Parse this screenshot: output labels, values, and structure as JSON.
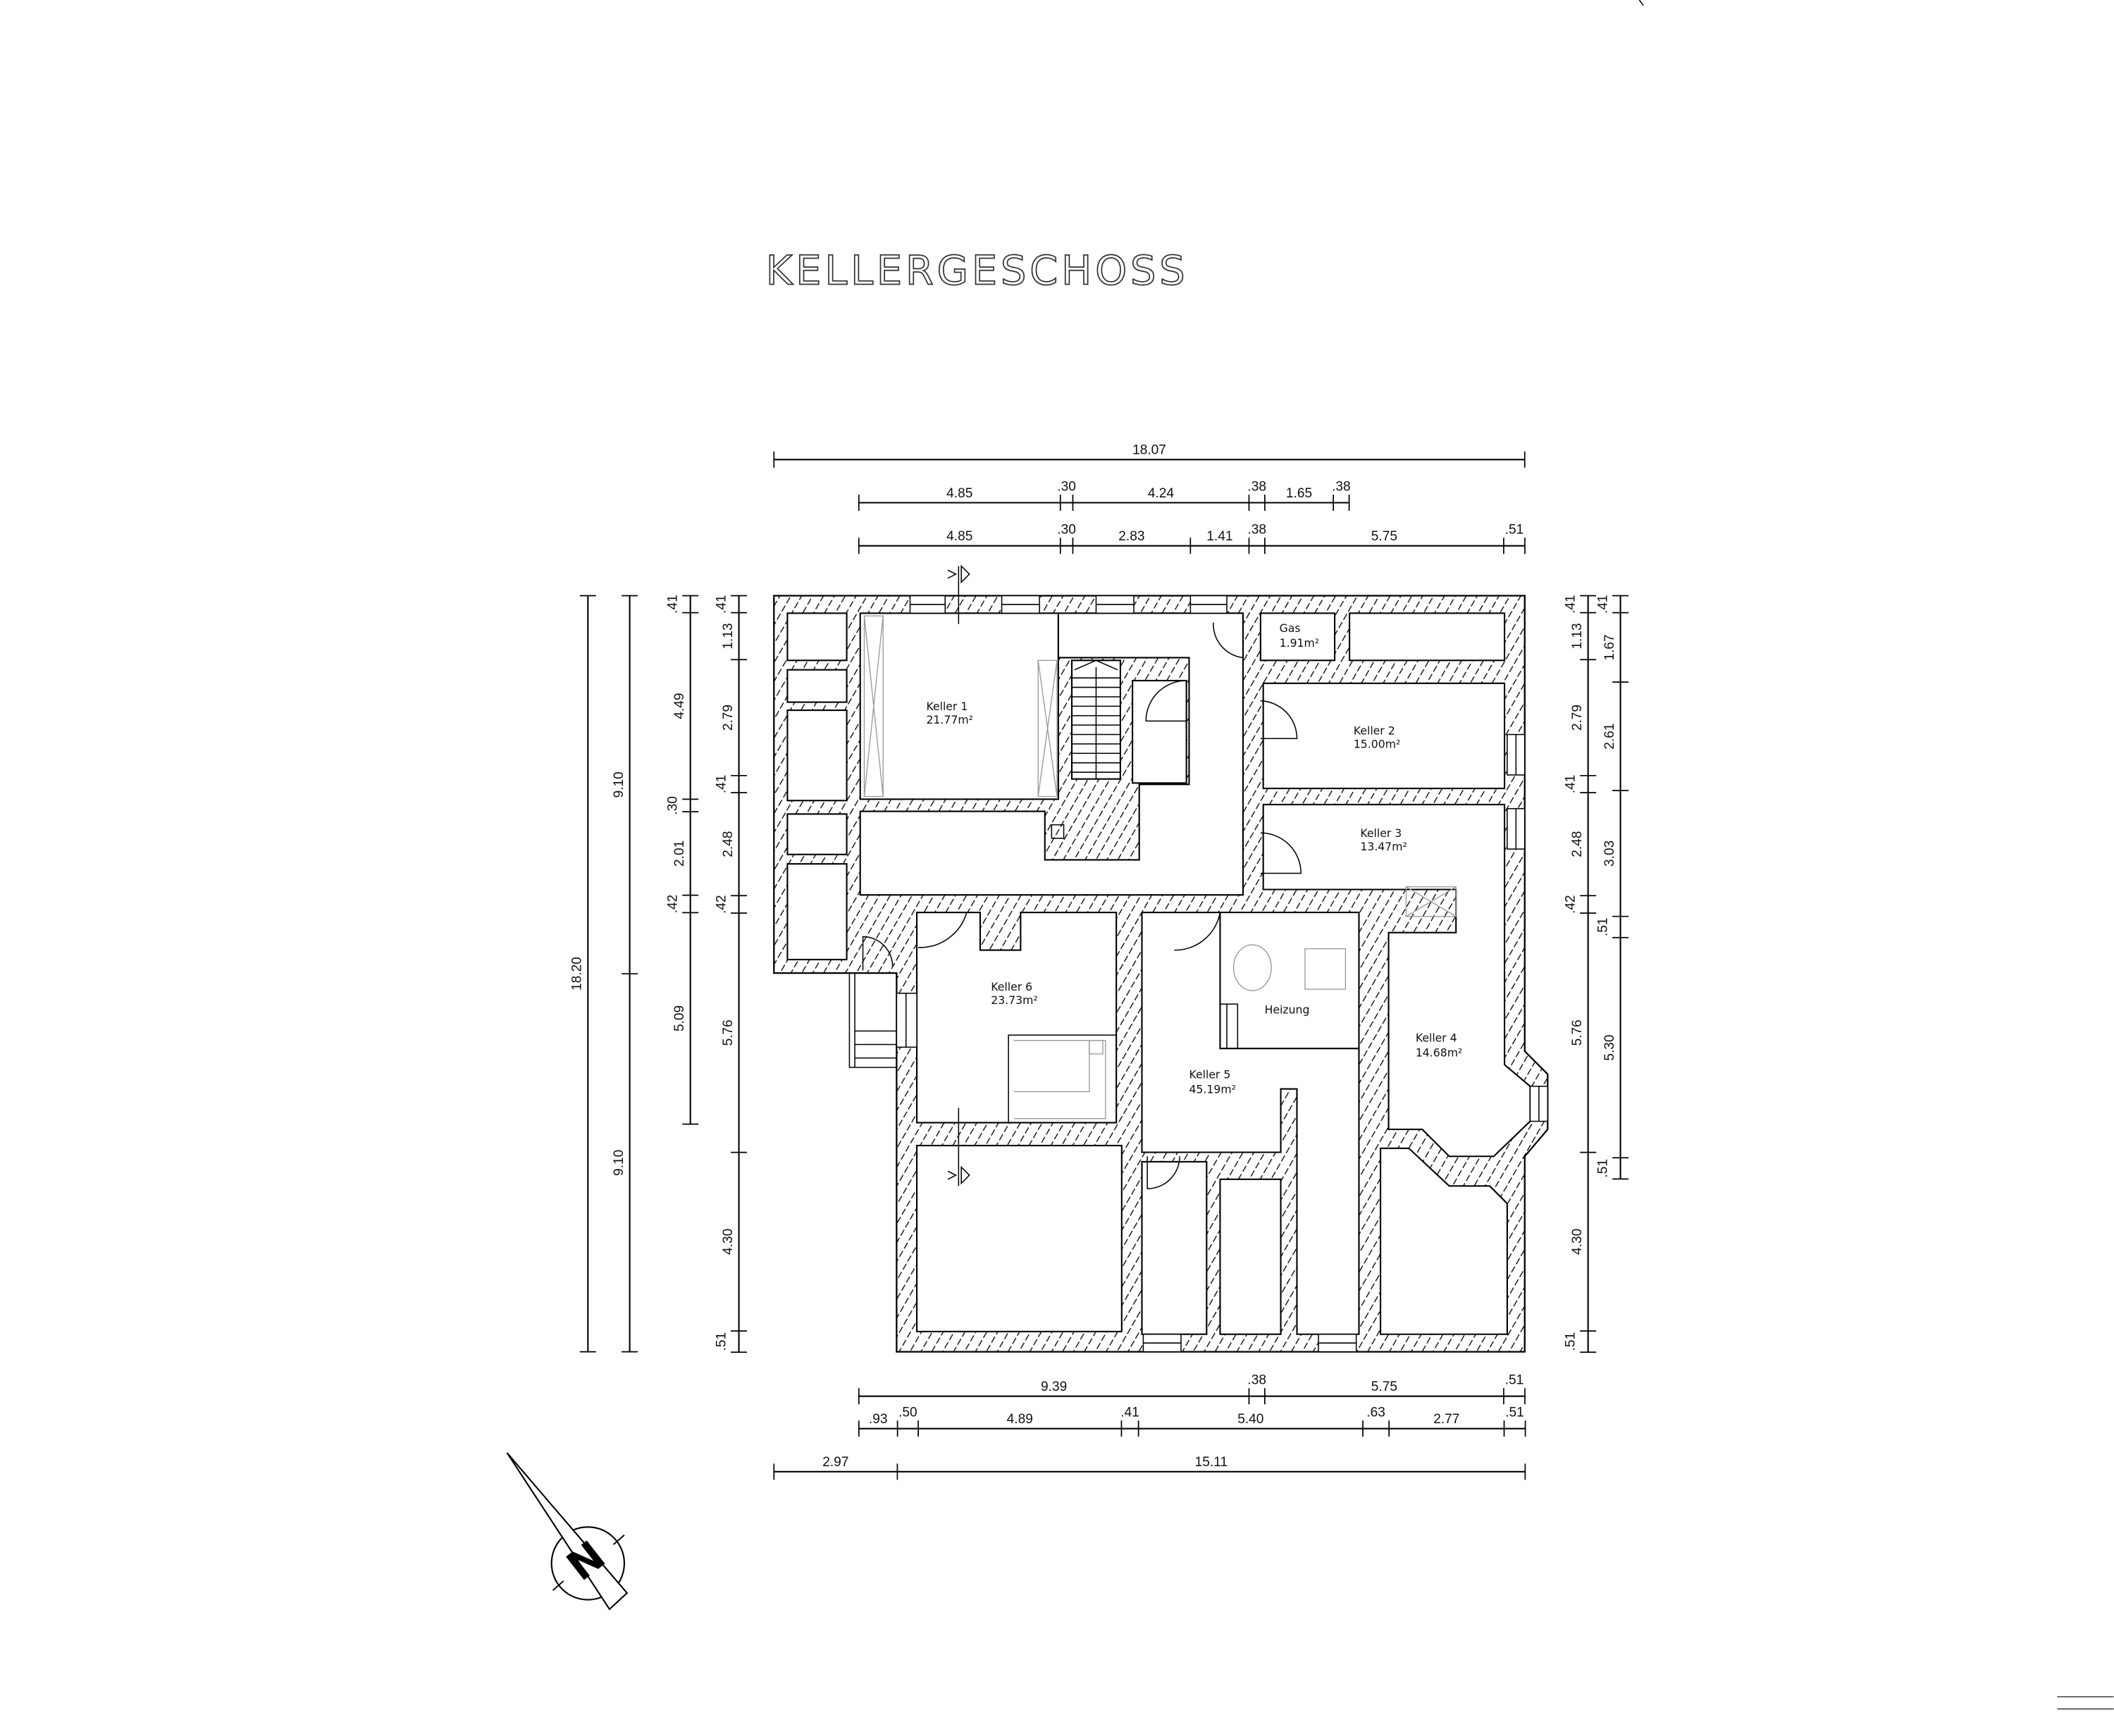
{
  "title": "KELLERGESCHOSS",
  "rooms": [
    {
      "name": "Keller 1",
      "area": "21.77m²"
    },
    {
      "name": "Gas",
      "area": "1.91m²"
    },
    {
      "name": "Keller 2",
      "area": "15.00m²"
    },
    {
      "name": "Keller 3",
      "area": "13.47m²"
    },
    {
      "name": "Keller 6",
      "area": "23.73m²"
    },
    {
      "name": "Heizung"
    },
    {
      "name": "Keller 5",
      "area": "45.19m²"
    },
    {
      "name": "Keller 4",
      "area": "14.68m²"
    }
  ],
  "dimensions": {
    "top_overall": [
      "18.07"
    ],
    "top_inner_1": [
      "4.85",
      ".30",
      "4.24",
      ".38",
      "1.65",
      ".38"
    ],
    "top_inner_2": [
      "4.85",
      ".30",
      "2.83",
      "1.41",
      ".38",
      "5.75",
      ".51"
    ],
    "left_overall": [
      "18.20"
    ],
    "left_half": [
      "9.10",
      "9.10"
    ],
    "left_inner_1": [
      ".41",
      "4.49",
      ".30",
      "2.01",
      ".42",
      "5.09"
    ],
    "left_inner_2": [
      ".41",
      "1.13",
      "2.79",
      ".41",
      "2.48",
      ".42",
      "5.76",
      "4.30",
      ".51"
    ],
    "right_inner_1": [
      ".41",
      "1.13",
      "2.79",
      ".41",
      "2.48",
      ".42",
      "5.76",
      "4.30",
      ".51"
    ],
    "right_inner_2": [
      ".41",
      "1.67",
      "2.61",
      "3.03",
      ".51",
      "5.30",
      ".51"
    ],
    "bottom_1": [
      "9.39",
      ".38",
      "5.75",
      ".51"
    ],
    "bottom_2": [
      ".93",
      ".50",
      "4.89",
      ".41",
      "5.40",
      ".63",
      "2.77",
      ".51"
    ],
    "bottom_3": [
      "2.97",
      "15.11"
    ]
  },
  "north_label": "N"
}
